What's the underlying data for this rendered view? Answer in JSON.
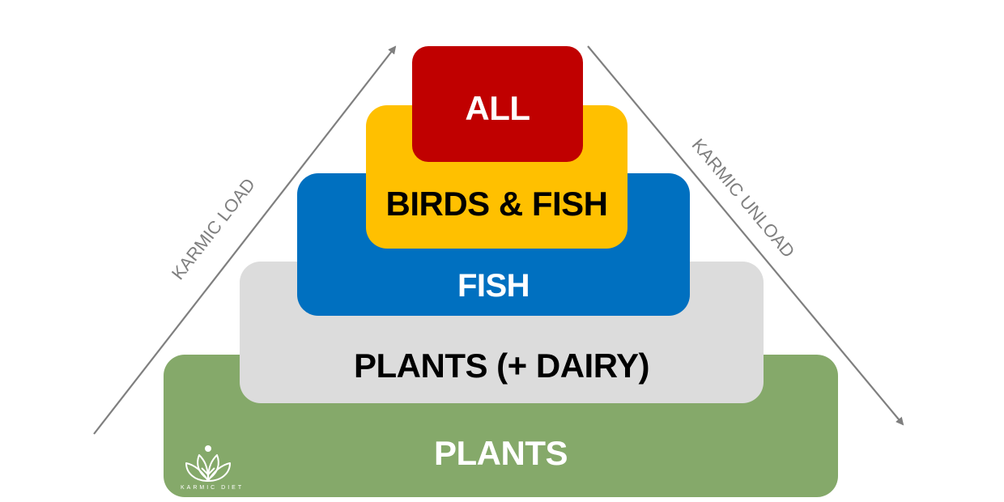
{
  "diagram": {
    "type": "karmic-diet-pyramid",
    "tiers": [
      {
        "id": "all",
        "label": "ALL",
        "color": "#c00000",
        "text_color": "#ffffff"
      },
      {
        "id": "birds-fish",
        "label": "BIRDS & FISH",
        "color": "#ffc000",
        "text_color": "#000000"
      },
      {
        "id": "fish",
        "label": "FISH",
        "color": "#0070c0",
        "text_color": "#ffffff"
      },
      {
        "id": "plants-dairy",
        "label": "PLANTS (+ DAIRY)",
        "color": "#dcdcdc",
        "text_color": "#000000"
      },
      {
        "id": "plants",
        "label": "PLANTS",
        "color": "#85a96a",
        "text_color": "#ffffff"
      }
    ],
    "arrows": {
      "left": {
        "label": "KARMIC LOAD",
        "direction": "up"
      },
      "right": {
        "label": "KARMIC UNLOAD",
        "direction": "down"
      },
      "color": "#7f7f7f"
    },
    "logo": {
      "text": "KARMIC DIET",
      "icon": "lotus-icon"
    }
  }
}
